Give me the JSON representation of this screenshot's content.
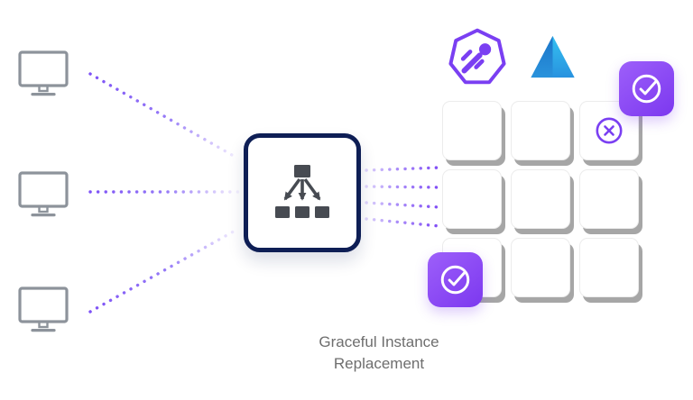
{
  "diagram": {
    "title": "Graceful Instance Replacement",
    "caption": {
      "line1": "Graceful Instance",
      "line2": "Replacement"
    },
    "colors": {
      "accent_purple": "#7a3ff2",
      "dot_purple": "#8258f6",
      "badge_purple_start": "#9d5ffa",
      "badge_purple_end": "#7c38ef",
      "navy": "#0e1e55",
      "lb_icon_gray": "#474b52",
      "monitor_gray": "#8d939b",
      "cell_shadow_gray": "#a6a6a6",
      "caption_gray": "#6e6e6e",
      "azure_blue_light": "#35c1f1",
      "azure_blue_dark": "#1b74c8"
    },
    "clients": [
      {
        "icon": "monitor-icon"
      },
      {
        "icon": "monitor-icon"
      },
      {
        "icon": "monitor-icon"
      }
    ],
    "load_balancer": {
      "icon": "load-balancer-icon"
    },
    "connections": {
      "left_dotted_lines": 3,
      "right_dotted_lines": 4,
      "style": "dotted"
    },
    "logos": [
      {
        "icon": "comet-heptagon-logo-icon"
      },
      {
        "icon": "azure-logo-icon"
      }
    ],
    "badges": [
      {
        "icon": "check-circle-icon",
        "position": "top-right"
      },
      {
        "icon": "check-circle-icon",
        "position": "bottom-left"
      }
    ],
    "instance_grid": {
      "rows": 3,
      "cols": 3,
      "cells": [
        {
          "status": "healthy"
        },
        {
          "status": "healthy"
        },
        {
          "status": "terminating",
          "icon": "x-circle-icon"
        },
        {
          "status": "healthy"
        },
        {
          "status": "healthy"
        },
        {
          "status": "healthy"
        },
        {
          "status": "healthy"
        },
        {
          "status": "healthy"
        },
        {
          "status": "healthy"
        }
      ]
    }
  }
}
